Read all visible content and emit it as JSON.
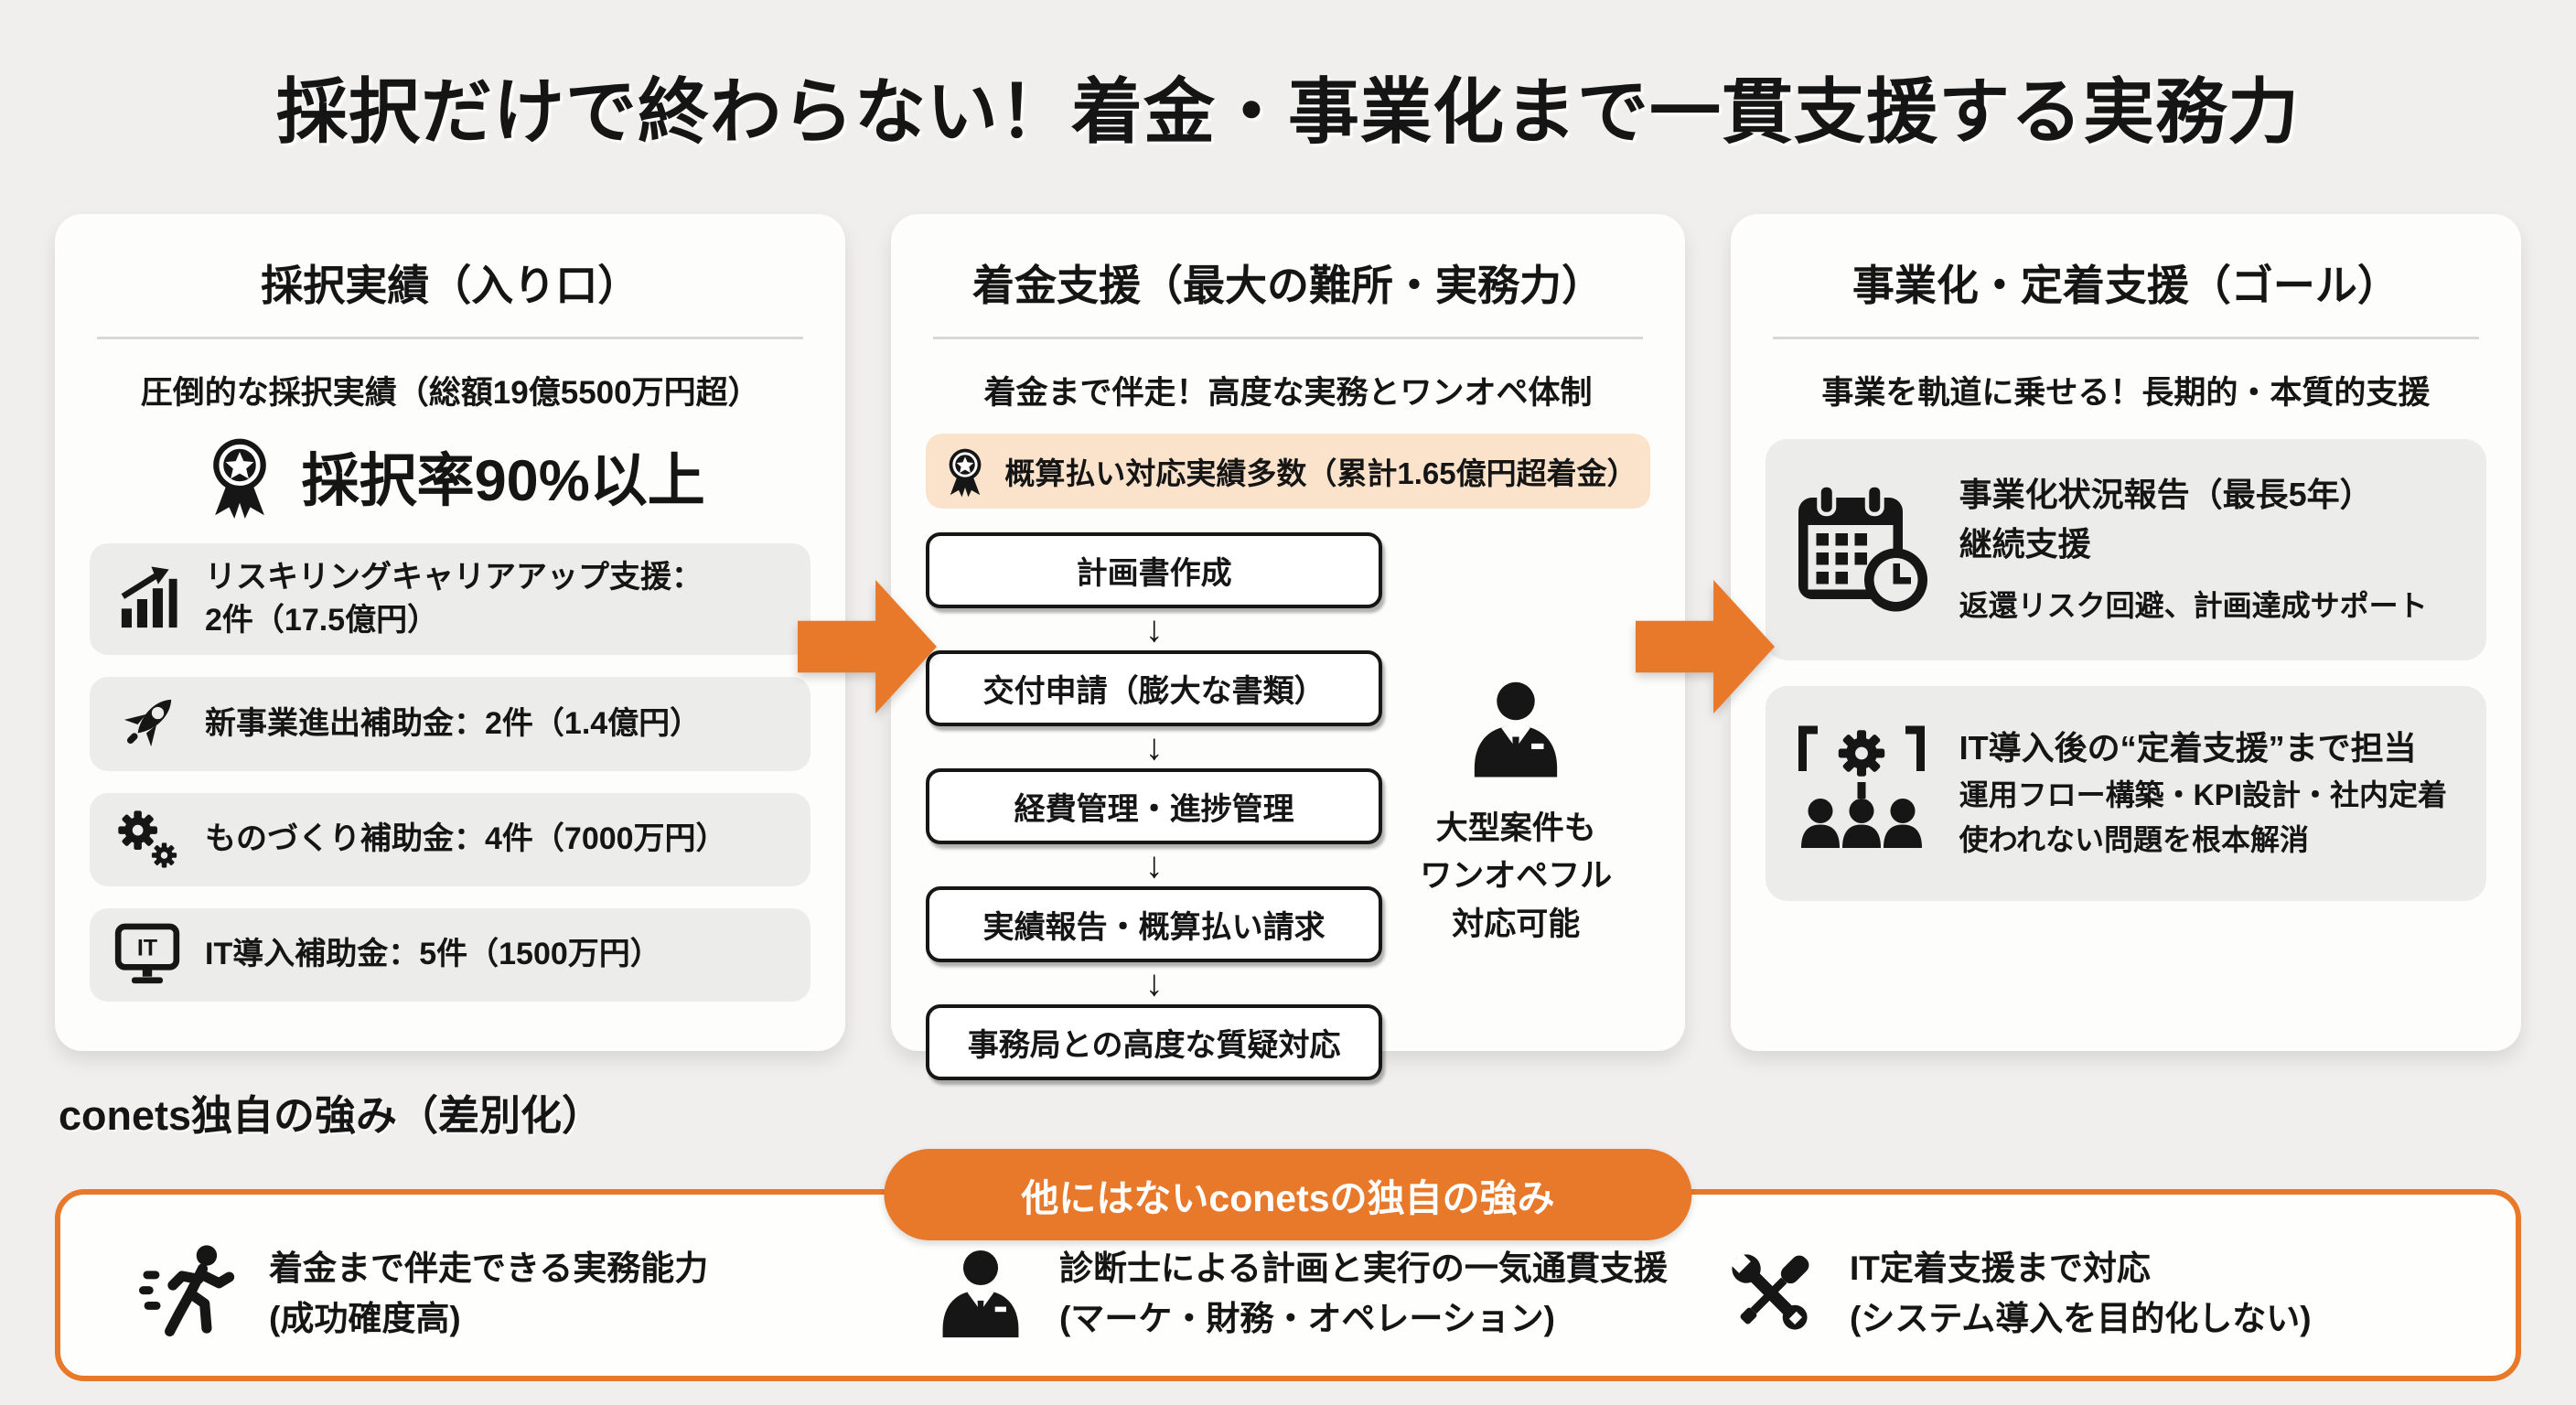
{
  "colors": {
    "accent": "#e8782a",
    "badge_bg": "#fae2cb",
    "card_bg": "#fdfdfb",
    "item_bg": "#ececea",
    "page_bg": "#f0efed"
  },
  "title": "採択だけで終わらない！着金・事業化まで一貫支援する実務力",
  "cards": {
    "adoption": {
      "title": "採択実績（入り口）",
      "subtitle": "圧倒的な採択実績（総額19億5500万円超）",
      "award": "採択率90%以上",
      "items": [
        {
          "icon": "growth-chart-icon",
          "line1": "リスキリングキャリアアップ支援：",
          "line2": "2件（17.5億円）"
        },
        {
          "icon": "rocket-icon",
          "line1": "新事業進出補助金：2件（1.4億円）",
          "line2": ""
        },
        {
          "icon": "gears-icon",
          "line1": "ものづくり補助金：4件（7000万円）",
          "line2": ""
        },
        {
          "icon": "it-monitor-icon",
          "line1": "IT導入補助金：5件（1500万円）",
          "line2": ""
        }
      ]
    },
    "payment": {
      "title": "着金支援（最大の難所・実務力）",
      "subtitle": "着金まで伴走！高度な実務とワンオペ体制",
      "badge": "概算払い対応実績多数（累計1.65億円超着金）",
      "steps": [
        "計画書作成",
        "交付申請（膨大な書類）",
        "経費管理・進捗管理",
        "実績報告・概算払い請求",
        "事務局との高度な質疑対応"
      ],
      "note_lines": [
        "大型案件も",
        "ワンオペフル",
        "対応可能"
      ]
    },
    "business": {
      "title": "事業化・定着支援（ゴール）",
      "subtitle": "事業を軌道に乗せる！長期的・本質的支援",
      "boxes": [
        {
          "icon": "calendar-clock-icon",
          "line1": "事業化状況報告（最長5年）",
          "line2": "継続支援",
          "line3": "返還リスク回避、計画達成サポート"
        },
        {
          "icon": "gear-team-icon",
          "line1": "IT導入後の“定着支援”まで担当",
          "line2": "運用フロー構築・KPI設計・社内定着",
          "line3": "使われない問題を根本解消"
        }
      ]
    }
  },
  "bottom": {
    "label": "conets独自の強み（差別化）",
    "pill": "他にはないconetsの独自の強み",
    "strengths": [
      {
        "icon": "running-person-icon",
        "line1": "着金まで伴走できる実務能力",
        "line2": "(成功確度高)"
      },
      {
        "icon": "consultant-icon",
        "line1": "診断士による計画と実行の一気通貫支援",
        "line2": "(マーケ・財務・オペレーション)"
      },
      {
        "icon": "crossed-tools-icon",
        "line1": "IT定着支援まで対応",
        "line2": "(システム導入を目的化しない)"
      }
    ]
  }
}
